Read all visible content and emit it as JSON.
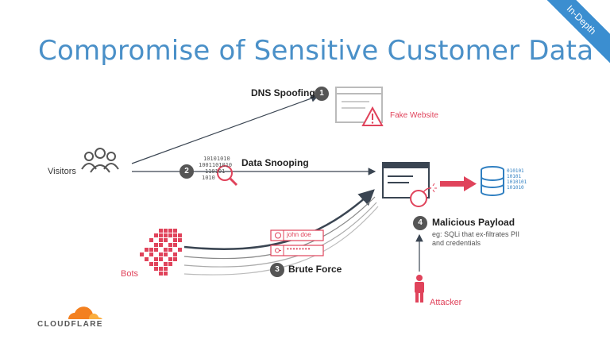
{
  "title": "Compromise of Sensitive Customer Data",
  "banner": "In-Depth",
  "visitors": "Visitors",
  "bots": "Bots",
  "attacker": "Attacker",
  "steps": [
    {
      "num": "1",
      "label": "DNS Spoofing"
    },
    {
      "num": "2",
      "label": "Data Snooping"
    },
    {
      "num": "3",
      "label": "Brute Force"
    },
    {
      "num": "4",
      "label": "Malicious Payload"
    }
  ],
  "fake_website": "Fake Website",
  "payload_desc": [
    "eg: SQLi that ex-filtrates PII",
    "and credentials"
  ],
  "login_user": "john doe",
  "login_pass": "••••••••",
  "binary_snoop": [
    "10101010",
    "1001101010",
    "110101",
    "1010"
  ],
  "binary_db": [
    "010101",
    "10101",
    "1010101",
    "101010"
  ],
  "logo": "CLOUDFLARE",
  "colors": {
    "accent": "#4a90c8",
    "red": "#e0435b",
    "banner": "#3b8ed0",
    "dark": "#555555"
  }
}
